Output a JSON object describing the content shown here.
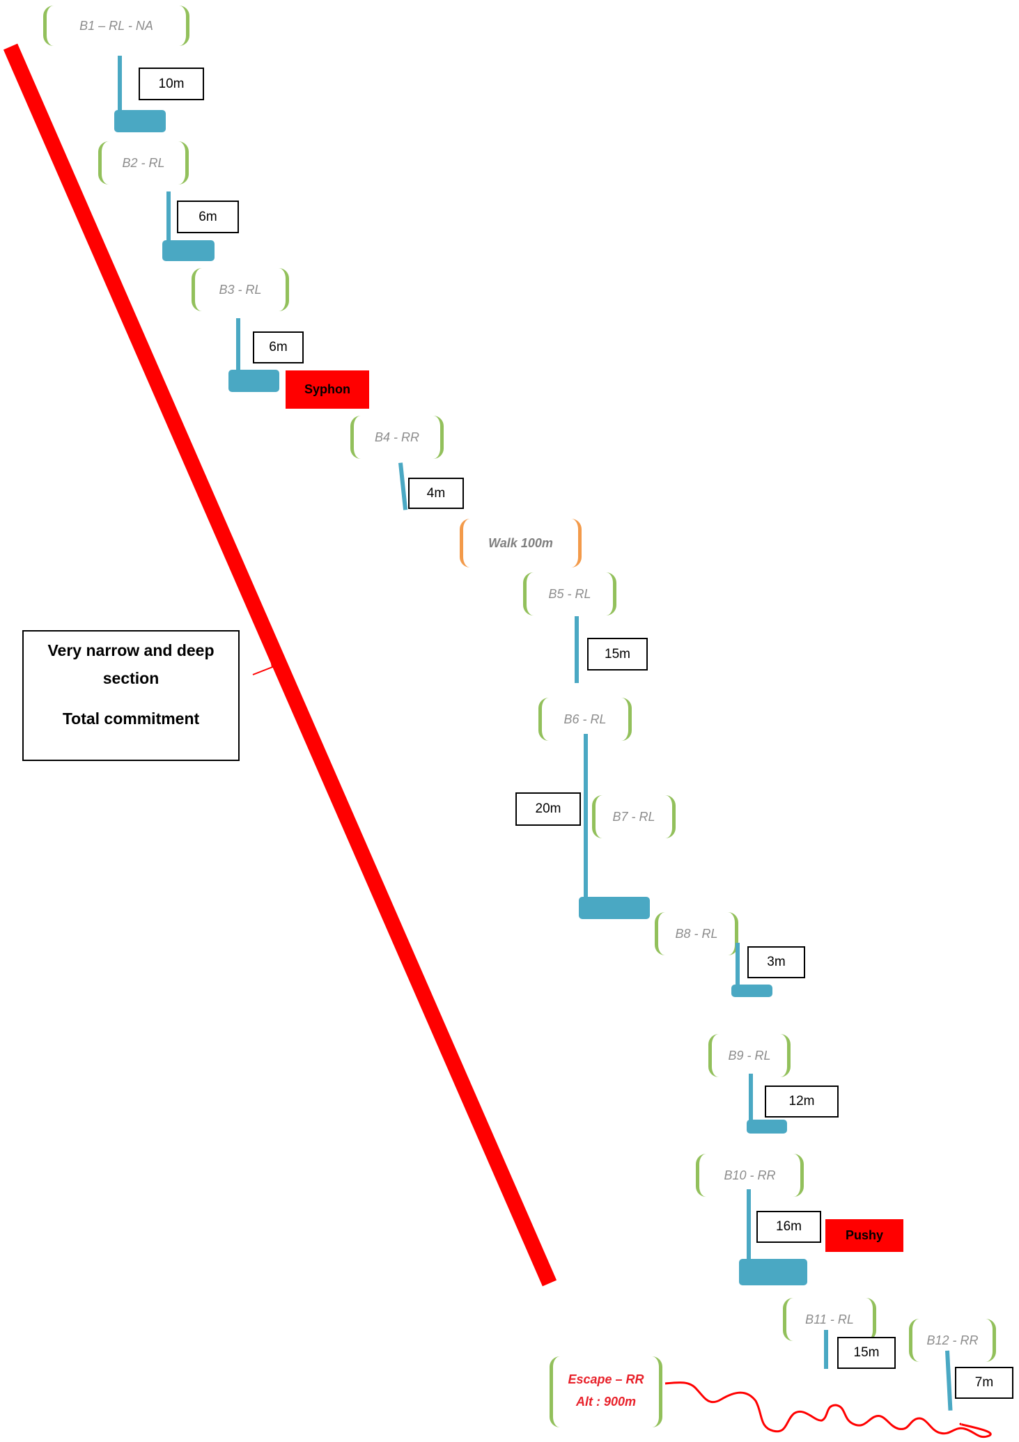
{
  "anchors": {
    "b1": "B1 – RL - NA",
    "b2": "B2 - RL",
    "b3": "B3 - RL",
    "b4": "B4 - RR",
    "walk": "Walk 100m",
    "b5": "B5 - RL",
    "b6": "B6 - RL",
    "b7": "B7 - RL",
    "b8": "B8 - RL",
    "b9": "B9 - RL",
    "b10": "B10 - RR",
    "b11": "B11 - RL",
    "b12": "B12 - RR",
    "escape_line1": "Escape – RR",
    "escape_line2": "Alt : 900m"
  },
  "drops": {
    "b1": "10m",
    "b2": "6m",
    "b3": "6m",
    "b4": "4m",
    "b5": "15m",
    "b6": "20m",
    "b8": "3m",
    "b9": "12m",
    "b10": "16m",
    "b11": "15m",
    "b12": "7m"
  },
  "warnings": {
    "syphon": "Syphon",
    "pushy": "Pushy"
  },
  "note": {
    "line1": "Very narrow and deep",
    "line2": "section",
    "line3": "Total commitment"
  },
  "colors": {
    "rope": "#4aa8c3",
    "anchor_bracket": "#92c05b",
    "walk_bracket": "#f39a4a",
    "warning": "#ff0000",
    "commitment_bar": "#ff0000"
  }
}
